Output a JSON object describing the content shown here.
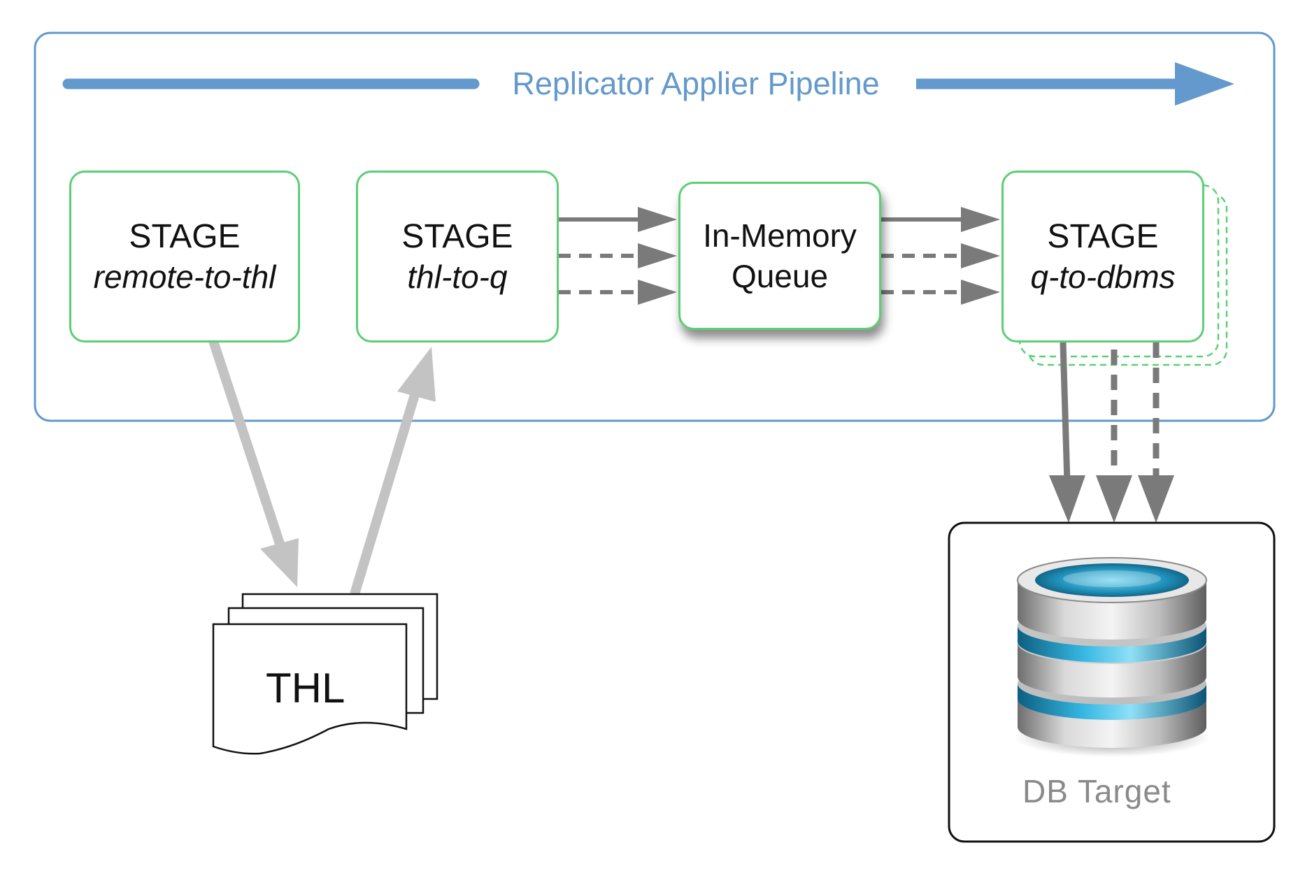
{
  "pipeline": {
    "title": "Replicator Applier Pipeline"
  },
  "stages": [
    {
      "line1": "STAGE",
      "line2": "remote-to-thl"
    },
    {
      "line1": "STAGE",
      "line2": "thl-to-q"
    },
    {
      "line1": "STAGE",
      "line2": "q-to-dbms"
    }
  ],
  "queue": {
    "line1": "In-Memory",
    "line2": "Queue"
  },
  "thl": {
    "label": "THL"
  },
  "db": {
    "label": "DB Target"
  },
  "colors": {
    "pipeline_border": "#6399cc",
    "pipeline_arrow": "#6399cc",
    "stage_border": "#5ccf75",
    "flow_arrow": "#7a7a7a",
    "thl_arrow": "#c3c3c3",
    "db_label": "#8a8a8a",
    "db_accent": "#2aa9d3"
  }
}
